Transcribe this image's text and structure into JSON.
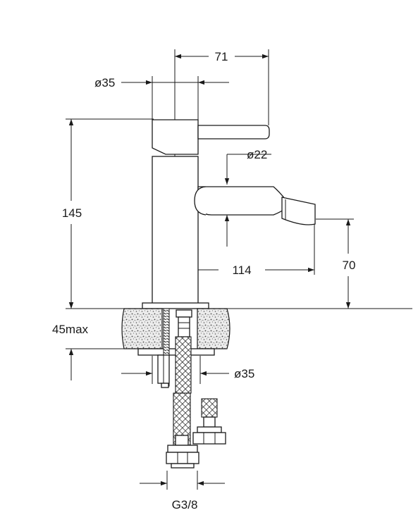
{
  "dimensions": {
    "lever_reach": "71",
    "body_diameter": "ø35",
    "height": "145",
    "spout_diameter": "ø22",
    "spout_reach": "114",
    "spout_height": "70",
    "max_counter_thickness": "45max",
    "mount_diameter": "ø35",
    "connection_thread": "G3/8"
  },
  "colors": {
    "line": "#1a1a1a",
    "stone_fill": "#e8e8e8"
  }
}
